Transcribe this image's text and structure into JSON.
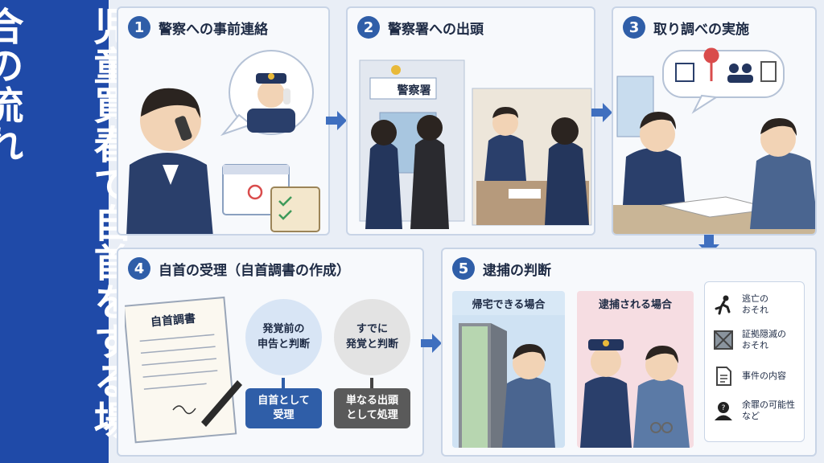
{
  "title": "児童買春で自首をする場合の流れ",
  "steps": [
    {
      "num": "1",
      "title": "警察への事前連絡"
    },
    {
      "num": "2",
      "title": "警察署への出頭"
    },
    {
      "num": "3",
      "title": "取り調べの実施"
    },
    {
      "num": "4",
      "title": "自首の受理（自首調書の作成）"
    },
    {
      "num": "5",
      "title": "逮捕の判断"
    }
  ],
  "station_sign": "警察署",
  "document_title": "自首調書",
  "step4": {
    "before_line1": "発覚前の",
    "before_line2": "申告と判断",
    "after_line1": "すでに",
    "after_line2": "発覚と判断",
    "accepted_line1": "自首として",
    "accepted_line2": "受理",
    "plain_line1": "単なる出頭",
    "plain_line2": "として処理"
  },
  "step5": {
    "home_label": "帰宅できる場合",
    "arrest_label": "逮捕される場合"
  },
  "risks": [
    {
      "icon": "running-person-icon",
      "line1": "逃亡の",
      "line2": "おそれ"
    },
    {
      "icon": "evidence-box-icon",
      "line1": "証拠隠滅の",
      "line2": "おそれ"
    },
    {
      "icon": "document-icon",
      "line1": "事件の内容",
      "line2": ""
    },
    {
      "icon": "question-person-icon",
      "line1": "余罪の可能性",
      "line2": "など"
    }
  ],
  "colors": {
    "sidebar": "#1f4aa8",
    "accent": "#2f5ea8",
    "home_bg": "#d8e8f6",
    "arrest_bg": "#f6dde2"
  }
}
